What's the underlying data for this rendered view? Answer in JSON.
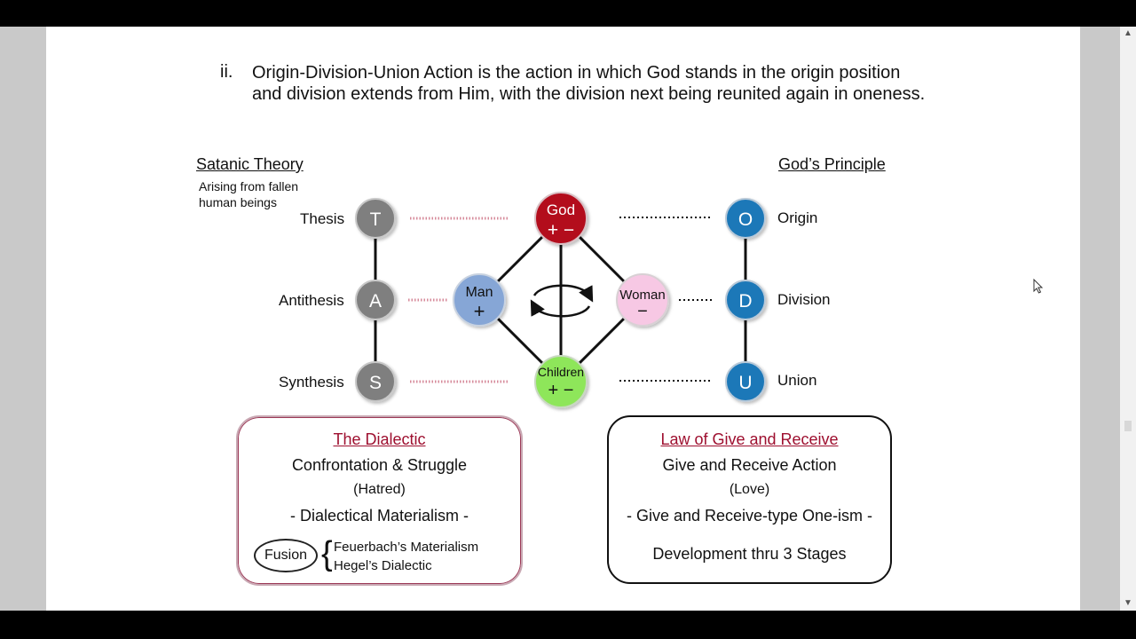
{
  "paragraph": {
    "number": "ii.",
    "text": "Origin-Division-Union Action is the action in which God stands in the origin position and division extends from Him, with the division next being reunited again in oneness."
  },
  "left_heading": "Satanic Theory",
  "left_subnote": "Arising from fallen human beings",
  "right_heading": "God’s Principle",
  "left_labels": {
    "thesis": "Thesis",
    "antithesis": "Antithesis",
    "synthesis": "Synthesis"
  },
  "right_labels": {
    "origin": "Origin",
    "division": "Division",
    "union": "Union"
  },
  "nodes": {
    "t": "T",
    "a": "A",
    "s": "S",
    "o": "O",
    "d": "D",
    "u": "U",
    "god": "God",
    "god_sign": "+ −",
    "man": "Man",
    "man_sign": "+",
    "woman": "Woman",
    "woman_sign": "−",
    "children": "Children",
    "children_sign": "+ −"
  },
  "colors": {
    "gray_node": "#7f7f7f",
    "blue_node": "#1f78b8",
    "god": "#b3071f",
    "man": "#86a6d6",
    "woman": "#f7c8e4",
    "children": "#8ee65a",
    "dialectic_title": "#9e0f2f"
  },
  "dialectic_box": {
    "title": "The Dialectic",
    "line1": "Confrontation & Struggle",
    "line2": "(Hatred)",
    "line3": "- Dialectical Materialism -",
    "fusion_label": "Fusion",
    "fusion_items": [
      "Feuerbach’s Materialism",
      "Hegel’s Dialectic"
    ]
  },
  "give_receive_box": {
    "title": "Law of Give and Receive",
    "line1": "Give and Receive Action",
    "line2": "(Love)",
    "line3": "- Give and Receive-type One-ism -",
    "line4": "Development thru 3 Stages"
  }
}
